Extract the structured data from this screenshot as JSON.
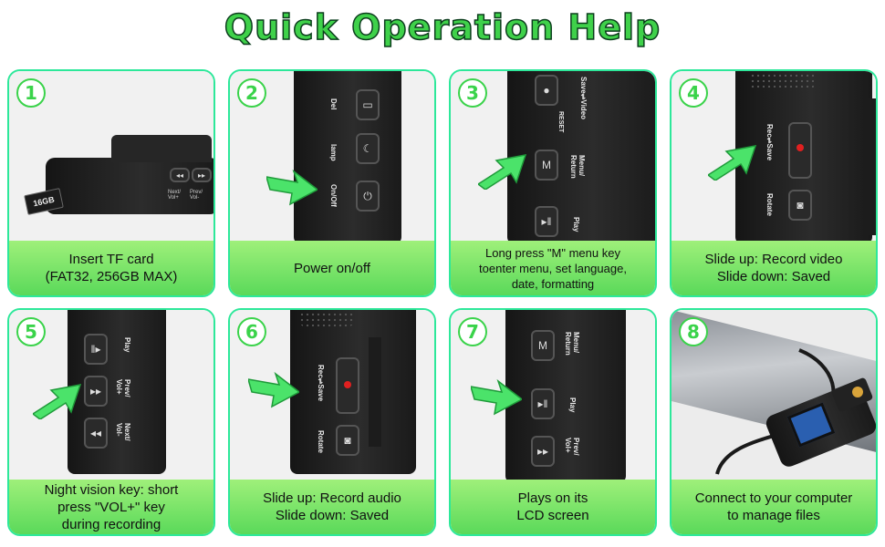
{
  "title": "Quick Operation Help",
  "cards": [
    {
      "num": "1",
      "caption": "Insert TF card\n(FAT32, 256GB MAX)",
      "labels": {
        "card": "16GB",
        "next": "Next/\nVol+",
        "prev": "Prev/\nVol-"
      }
    },
    {
      "num": "2",
      "caption": "Power on/off",
      "labels": {
        "del": "Del",
        "lamp": "lamp",
        "onoff": "On/Off"
      }
    },
    {
      "num": "3",
      "caption": "Long press \"M\" menu key\ntoenter menu, set language,\ndate, formatting",
      "labels": {
        "reset": "RESET",
        "save_video": "Save⇌Video",
        "menu": "Menu/\nReturn",
        "play": "Play"
      }
    },
    {
      "num": "4",
      "caption": "Slide up: Record video\nSlide down: Saved",
      "labels": {
        "rec_save": "Rec⇌Save",
        "rotate": "Rotate"
      }
    },
    {
      "num": "5",
      "caption": "Night vision key: short\npress \"VOL+\" key\nduring recording",
      "labels": {
        "play": "Play",
        "prev": "Prev/\nVol+",
        "next": "Next/\nVol-"
      }
    },
    {
      "num": "6",
      "caption": "Slide up: Record audio\nSlide down: Saved",
      "labels": {
        "rec_save": "Rec⇌Save",
        "rotate": "Rotate"
      }
    },
    {
      "num": "7",
      "caption": "Plays on its\nLCD screen",
      "labels": {
        "menu": "Menu/\nReturn",
        "play": "Play",
        "prev": "Prev/\nVol+"
      }
    },
    {
      "num": "8",
      "caption": "Connect to your computer\nto manage files",
      "labels": {}
    }
  ],
  "colors": {
    "accent": "#3ad34a",
    "border": "#2de89a",
    "caption_bg": "#7fe66a"
  }
}
